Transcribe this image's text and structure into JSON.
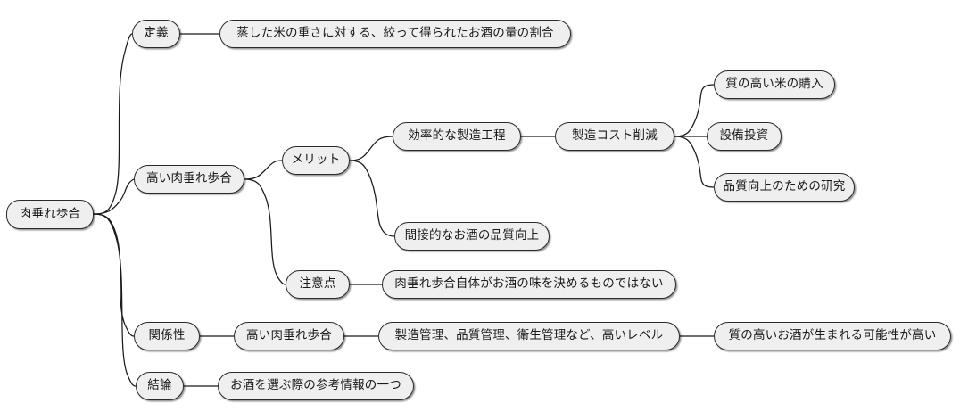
{
  "diagram": {
    "type": "mind-map",
    "title": "肉垂れ歩合",
    "orientation": "left-to-right",
    "background_color": "#ffffff",
    "node_fill": "#efefef",
    "node_border": "#2b2b2b",
    "edge_color": "#1a1a1a",
    "text_color": "#191919"
  },
  "nodes": {
    "root": "肉垂れ歩合",
    "definition": "定義",
    "definition_detail": "蒸した米の重さに対する、絞って得られたお酒の量の割合",
    "high_ratio": "高い肉垂れ歩合",
    "merit": "メリット",
    "efficient_process": "効率的な製造工程",
    "cost_reduction": "製造コスト削減",
    "buy_good_rice": "質の高い米の購入",
    "equipment_investment": "設備投資",
    "quality_research": "品質向上のための研究",
    "indirect_quality": "間接的なお酒の品質向上",
    "caution": "注意点",
    "caution_detail": "肉垂れ歩合自体がお酒の味を決めるものではない",
    "relation": "関係性",
    "relation_high_ratio": "高い肉垂れ歩合",
    "management_levels": "製造管理、品質管理、衛生管理など、高いレベル",
    "good_sake_possible": "質の高いお酒が生まれる可能性が高い",
    "conclusion": "結論",
    "conclusion_detail": "お酒を選ぶ際の参考情報の一つ"
  },
  "edges": [
    {
      "from": "root",
      "to": "definition"
    },
    {
      "from": "root",
      "to": "high_ratio"
    },
    {
      "from": "root",
      "to": "relation"
    },
    {
      "from": "root",
      "to": "conclusion"
    },
    {
      "from": "definition",
      "to": "definition_detail"
    },
    {
      "from": "high_ratio",
      "to": "merit"
    },
    {
      "from": "high_ratio",
      "to": "caution"
    },
    {
      "from": "merit",
      "to": "efficient_process"
    },
    {
      "from": "merit",
      "to": "indirect_quality"
    },
    {
      "from": "efficient_process",
      "to": "cost_reduction"
    },
    {
      "from": "cost_reduction",
      "to": "buy_good_rice"
    },
    {
      "from": "cost_reduction",
      "to": "equipment_investment"
    },
    {
      "from": "cost_reduction",
      "to": "quality_research"
    },
    {
      "from": "caution",
      "to": "caution_detail"
    },
    {
      "from": "relation",
      "to": "relation_high_ratio"
    },
    {
      "from": "relation_high_ratio",
      "to": "management_levels"
    },
    {
      "from": "management_levels",
      "to": "good_sake_possible"
    },
    {
      "from": "conclusion",
      "to": "conclusion_detail"
    }
  ]
}
